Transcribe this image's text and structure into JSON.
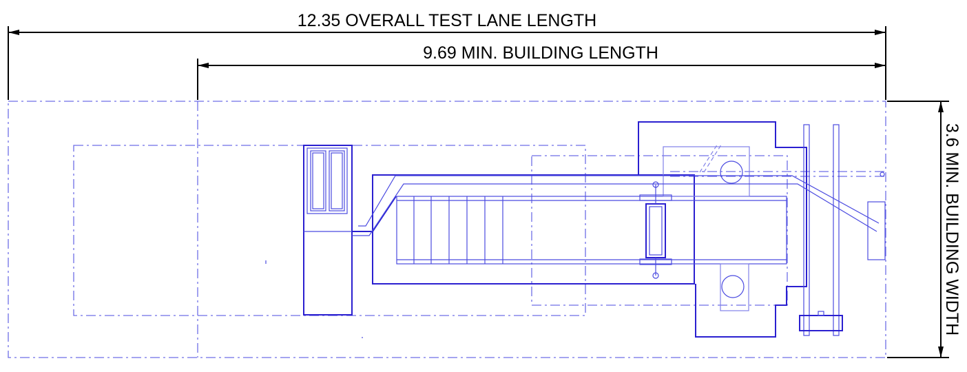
{
  "dimensions": {
    "overall_length": "12.35 OVERALL TEST LANE LENGTH",
    "building_length": "9.69 MIN. BUILDING LENGTH",
    "building_width": "3.6 MIN. BUILDING WIDTH"
  },
  "colors": {
    "dimension_lines": "#000000",
    "dashed_outlines": "#6e6ee6",
    "equipment_lines": "#2a1fd0"
  }
}
